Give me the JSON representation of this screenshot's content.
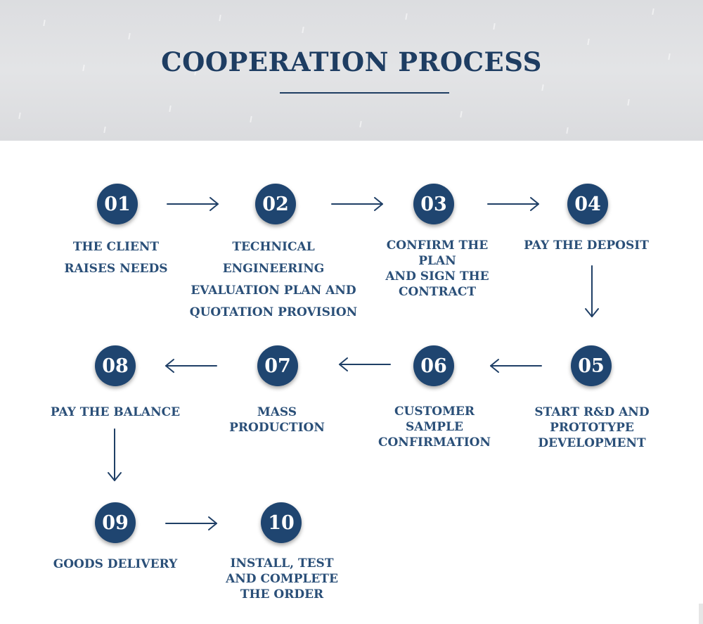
{
  "title": "COOPERATION PROCESS",
  "steps": [
    {
      "number": "01",
      "label": "THE CLIENT\nRAISES NEEDS"
    },
    {
      "number": "02",
      "label": "TECHNICAL ENGINEERING\nEVALUATION PLAN AND\nQUOTATION PROVISION"
    },
    {
      "number": "03",
      "label": "CONFIRM THE PLAN\nAND SIGN THE\nCONTRACT"
    },
    {
      "number": "04",
      "label": "PAY THE DEPOSIT"
    },
    {
      "number": "05",
      "label": "START R&D AND\nPROTOTYPE\nDEVELOPMENT"
    },
    {
      "number": "06",
      "label": "CUSTOMER\nSAMPLE\nCONFIRMATION"
    },
    {
      "number": "07",
      "label": "MASS PRODUCTION"
    },
    {
      "number": "08",
      "label": "PAY THE BALANCE"
    },
    {
      "number": "09",
      "label": "GOODS DELIVERY"
    },
    {
      "number": "10",
      "label": "INSTALL, TEST\nAND COMPLETE\nTHE ORDER"
    }
  ],
  "colors": {
    "accent": "#1f4570",
    "text": "#2a4f78",
    "header_bg": "#dedfe2"
  }
}
